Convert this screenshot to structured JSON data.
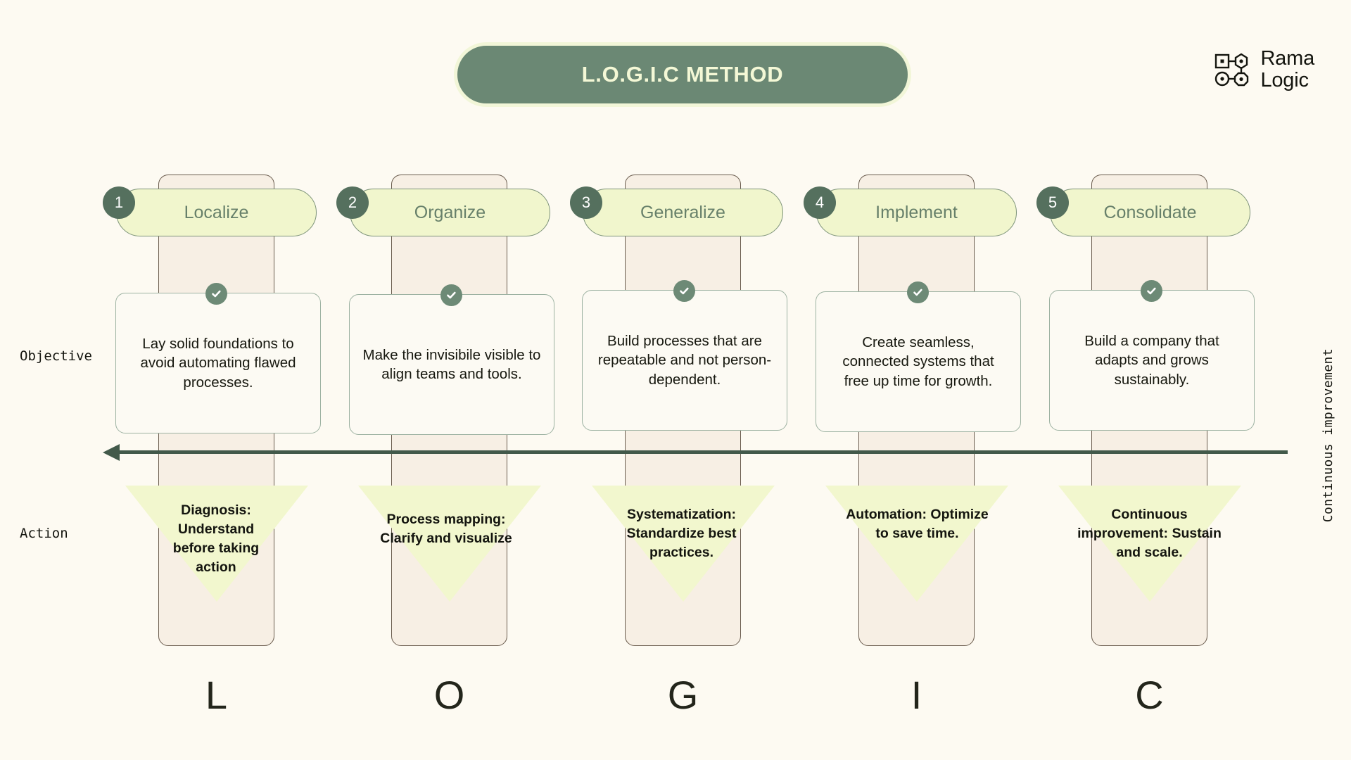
{
  "title": {
    "text": "L.O.G.I.C METHOD"
  },
  "logo": {
    "line1": "Rama",
    "line2": "Logic",
    "mark": "node-network-icon"
  },
  "axis": {
    "objective_label": "Objective",
    "action_label": "Action",
    "vertical_label": "Continuous improvement",
    "arrow": "left-arrow-icon"
  },
  "colors": {
    "page_background": "#FDFAF2",
    "banner_green": "#6B8874",
    "banner_text": "#F4F8D6",
    "pill_fill": "#F1F6CD",
    "pill_border": "#7D9379",
    "pill_text": "#67806A",
    "badge_green": "#55705E",
    "column_fill": "#F7EFE4",
    "column_border": "#6A5C4E",
    "card_fill": "#FCFAF3",
    "card_border": "#9DB2A2",
    "check_green": "#6D8A76",
    "triangle_fill": "#F2F7CE",
    "arrow_green": "#42594A",
    "body_text": "#14150F"
  },
  "steps": [
    {
      "number": "1",
      "name": "Localize",
      "objective": "Lay solid foundations to avoid automating flawed processes.",
      "action": "Diagnosis: Understand before taking action",
      "letter": "L"
    },
    {
      "number": "2",
      "name": "Organize",
      "objective": "Make the invisibile visible to align teams and tools.",
      "action": "Process mapping: Clarify and visualize",
      "letter": "O"
    },
    {
      "number": "3",
      "name": "Generalize",
      "objective": "Build processes that are repeatable and not person-dependent.",
      "action": "Systematization: Standardize best practices.",
      "letter": "G"
    },
    {
      "number": "4",
      "name": "Implement",
      "objective": "Create seamless, connected systems that free up time for growth.",
      "action": "Automation: Optimize to save time.",
      "letter": "I"
    },
    {
      "number": "5",
      "name": "Consolidate",
      "objective": "Build a company that adapts and grows sustainably.",
      "action": "Continuous improvement: Sustain and scale.",
      "letter": "C"
    }
  ]
}
